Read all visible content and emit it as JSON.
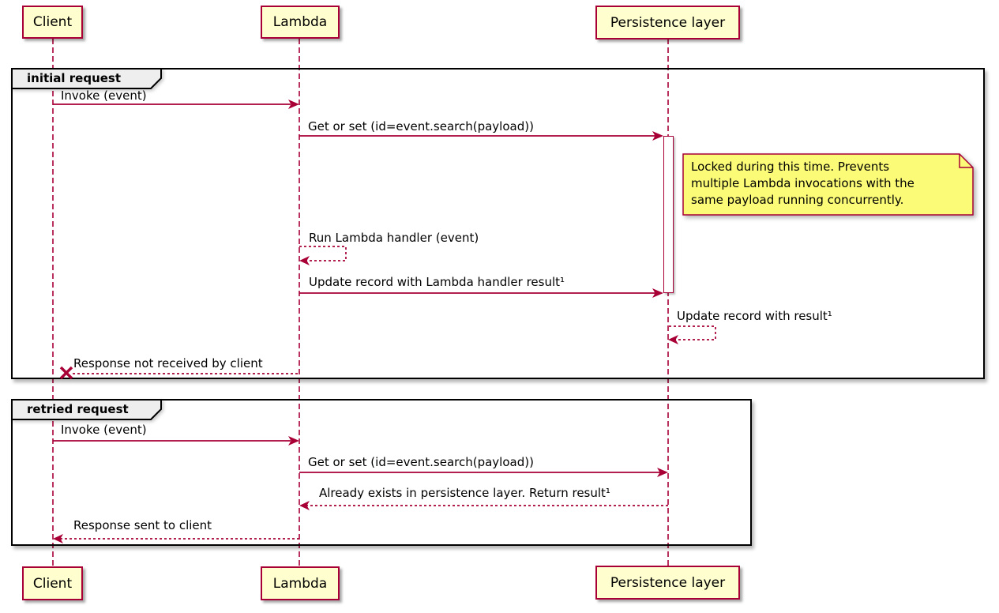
{
  "colors": {
    "accent": "#A80036",
    "participant_fill": "#FEFECE",
    "note_fill": "#FBFB77",
    "frame_label_fill": "#EEEEEE",
    "frame_border": "#000000",
    "page_bg": "#FFFFFF"
  },
  "participants": [
    {
      "name": "Client"
    },
    {
      "name": "Lambda"
    },
    {
      "name": "Persistence layer"
    }
  ],
  "frames": [
    {
      "label": "initial request"
    },
    {
      "label": "retried request"
    }
  ],
  "messages": [
    {
      "text": "Invoke (event)",
      "from": "Client",
      "to": "Lambda",
      "style": "solid-arrow"
    },
    {
      "text": "Get or set (id=event.search(payload))",
      "from": "Lambda",
      "to": "Persistence layer",
      "style": "solid-arrow"
    },
    {
      "text": "Run Lambda handler (event)",
      "from": "Lambda",
      "to": "Lambda",
      "style": "dotted-self-arrow"
    },
    {
      "text": "Update record with Lambda handler result¹",
      "from": "Lambda",
      "to": "Persistence layer",
      "style": "solid-arrow"
    },
    {
      "text": "Update record with result¹",
      "from": "Persistence layer",
      "to": "Persistence layer",
      "style": "dotted-self-arrow"
    },
    {
      "text": "Response not received by client",
      "from": "Lambda",
      "to": "Client",
      "style": "dotted-lost-message"
    },
    {
      "text": "Invoke (event)",
      "from": "Client",
      "to": "Lambda",
      "style": "solid-arrow"
    },
    {
      "text": "Get or set (id=event.search(payload))",
      "from": "Lambda",
      "to": "Persistence layer",
      "style": "solid-arrow"
    },
    {
      "text": "Already exists in persistence layer. Return result¹",
      "from": "Persistence layer",
      "to": "Lambda",
      "style": "dotted-arrow"
    },
    {
      "text": "Response sent to client",
      "from": "Lambda",
      "to": "Client",
      "style": "dotted-arrow"
    }
  ],
  "note": {
    "lines": [
      "Locked during this time. Prevents",
      "multiple Lambda invocations with the",
      "same payload running concurrently."
    ]
  }
}
